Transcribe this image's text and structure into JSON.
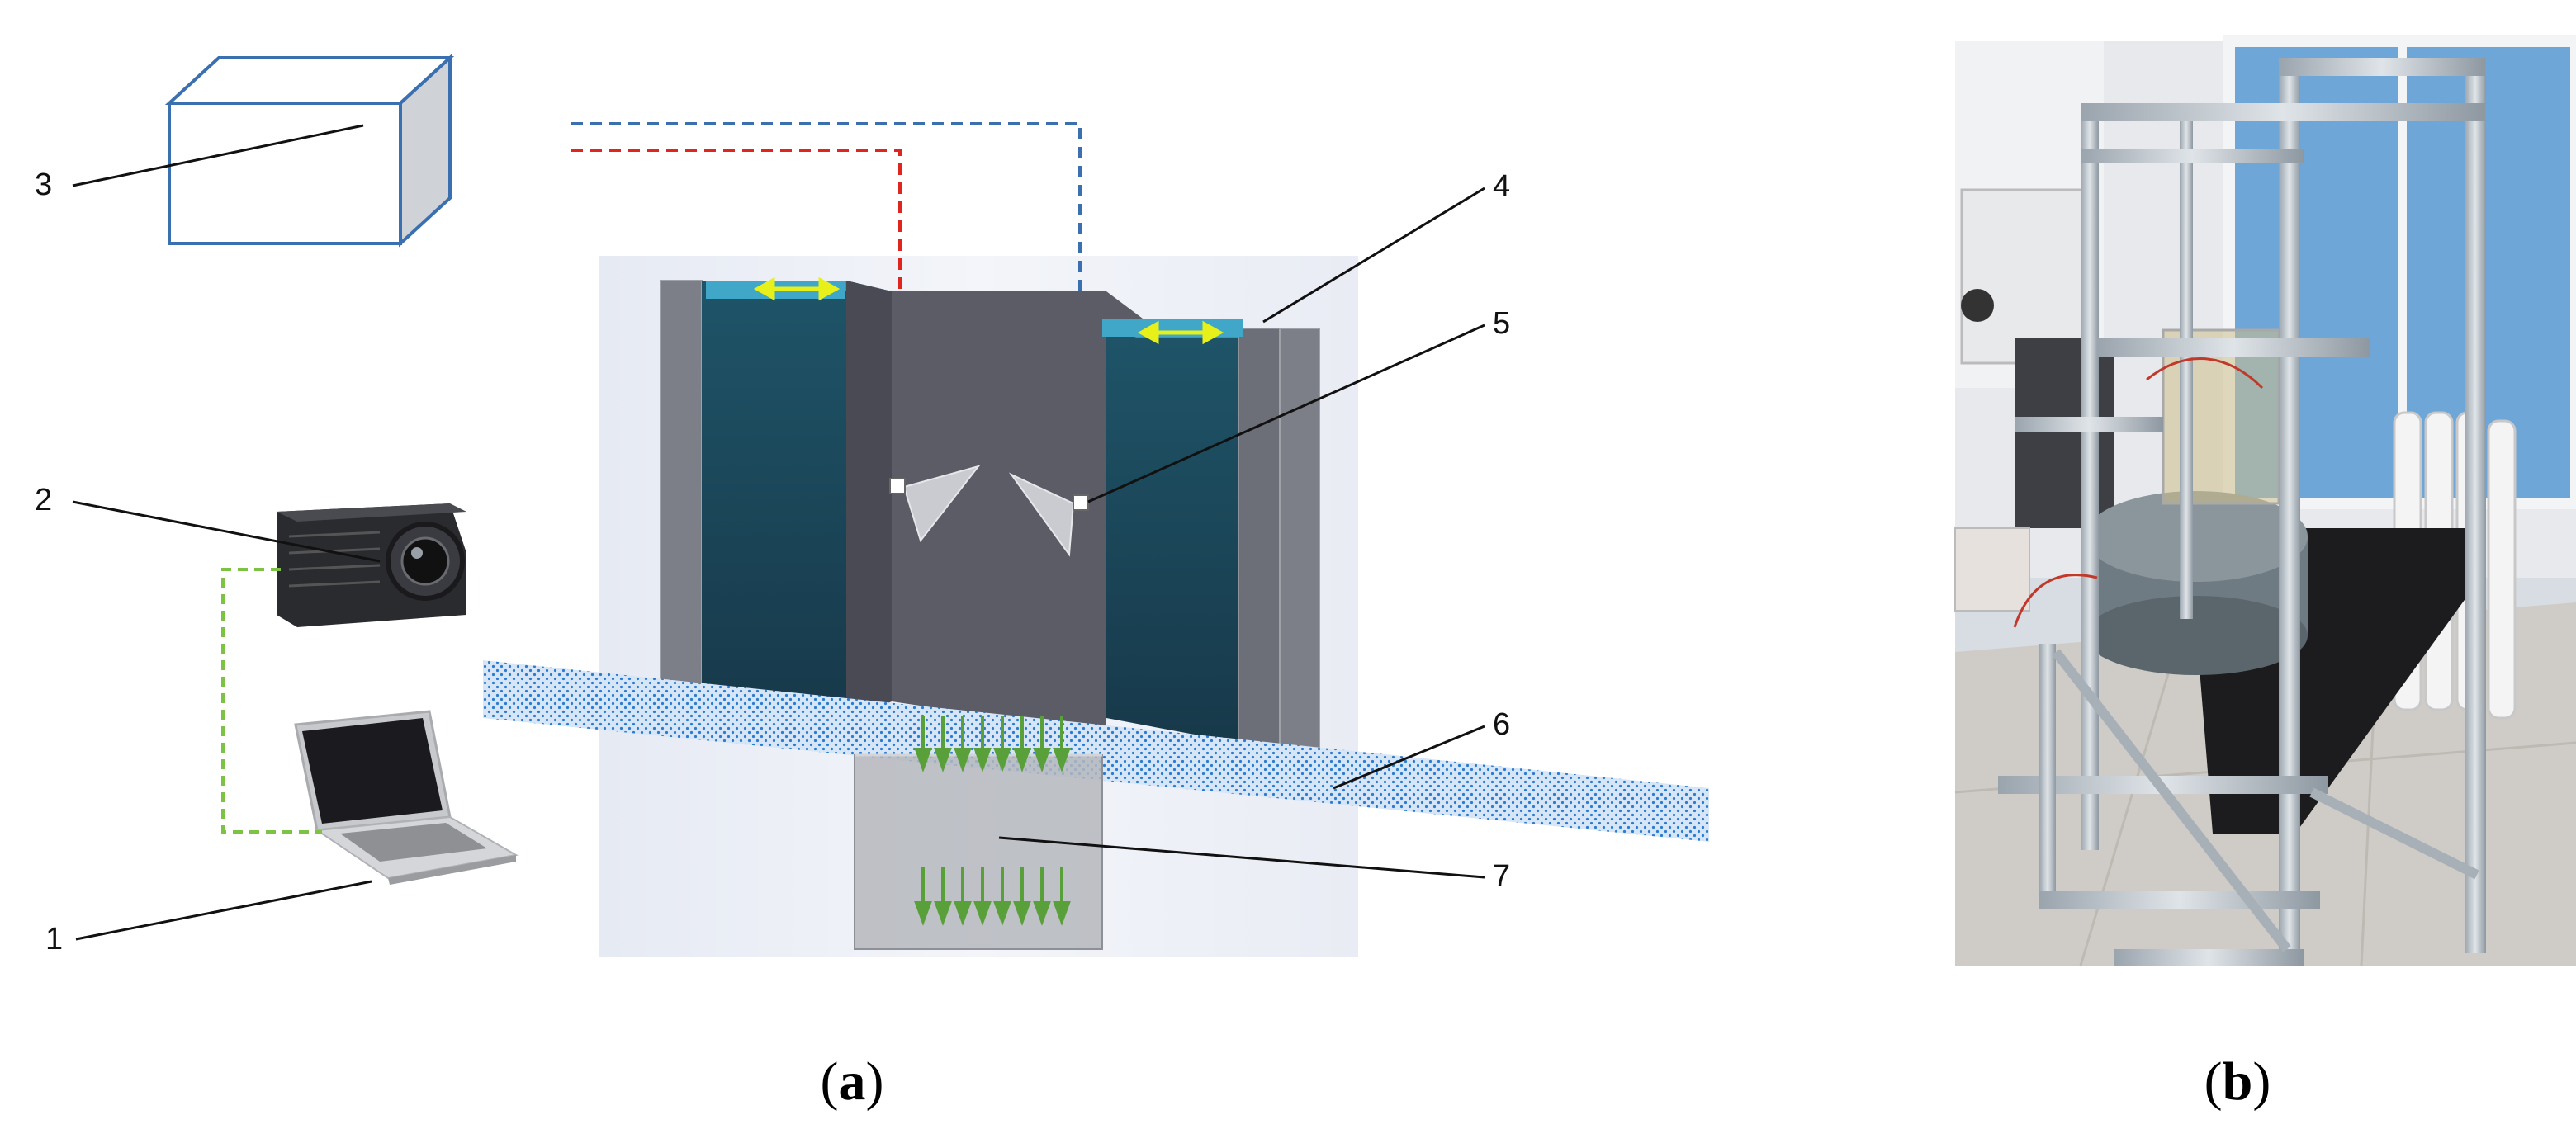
{
  "panel_a": {
    "caption_open": "(",
    "caption_letter": "a",
    "caption_close": ")",
    "callouts": [
      "1",
      "2",
      "3",
      "4",
      "5",
      "6",
      "7"
    ]
  },
  "panel_b": {
    "caption_open": "(",
    "caption_letter": "b",
    "caption_close": ")"
  },
  "colors": {
    "tank_blue": "#1e4c60",
    "tank_gray": "#5b5c66",
    "laser_line": "#e0251e",
    "camera_line_blue": "#3a6fb0",
    "data_line_green": "#7cc244",
    "arrow_green": "#5aa03a",
    "bed_pattern": "#2b7bd0",
    "highlight_yellow": "#e8f01a"
  },
  "icons": {
    "laser": "laser-box-icon",
    "camera": "high-speed-camera-icon",
    "computer": "laptop-icon"
  }
}
